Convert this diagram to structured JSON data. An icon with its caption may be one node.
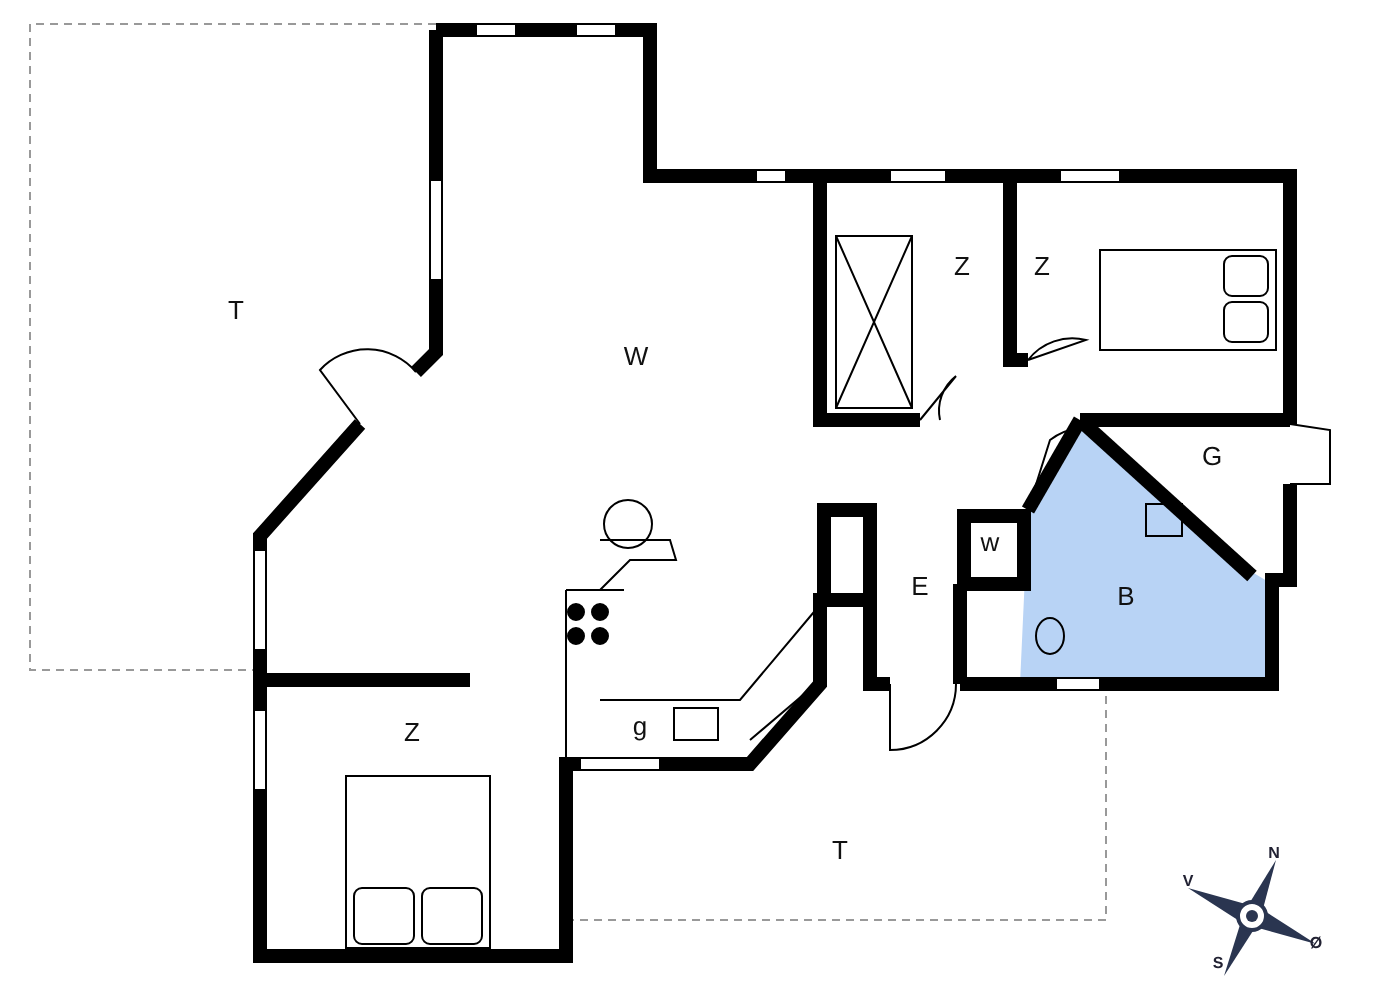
{
  "diagram": {
    "labels": [
      "T",
      "W",
      "Z",
      "Z",
      "G",
      "w",
      "E",
      "B",
      "g",
      "Z",
      "T",
      "N",
      "V",
      "Ø",
      "S"
    ]
  }
}
